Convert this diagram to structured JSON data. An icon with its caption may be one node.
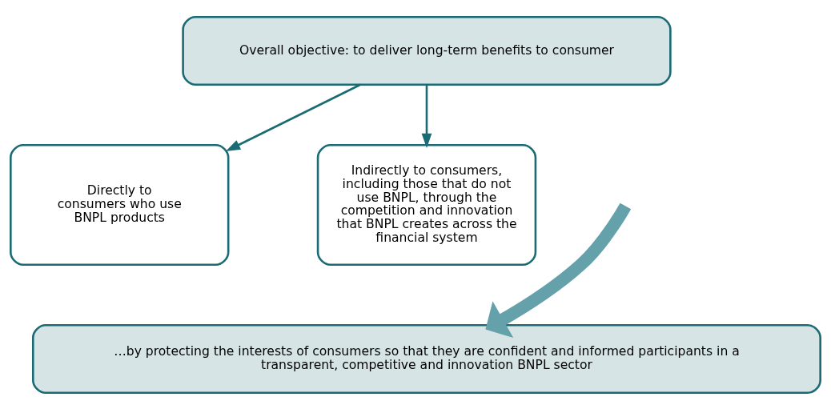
{
  "diagram": {
    "nodes": [
      {
        "text": [
          "Overall objective: to deliver long-term benefits to consumer"
        ]
      },
      {
        "text": [
          "Directly to consumers who use BNPL products"
        ]
      },
      {
        "text": [
          "Indirectly to consumers, including those that do not use BNPL, through the competition and innovation that BNPL creates across the financial system"
        ]
      },
      {
        "text": [
          "…by protecting the interests of consumers so that they are confident and informed participants in a transparent, competitive and innovation BNPL sector"
        ]
      }
    ],
    "edges": [
      {
        "from": 0,
        "to": 1,
        "arrow": "to"
      },
      {
        "from": 0,
        "to": 2,
        "arrow": "to"
      },
      {
        "from": null,
        "to": 3,
        "arrow": "to",
        "style": "thick",
        "color": "#65a1ab"
      }
    ]
  }
}
